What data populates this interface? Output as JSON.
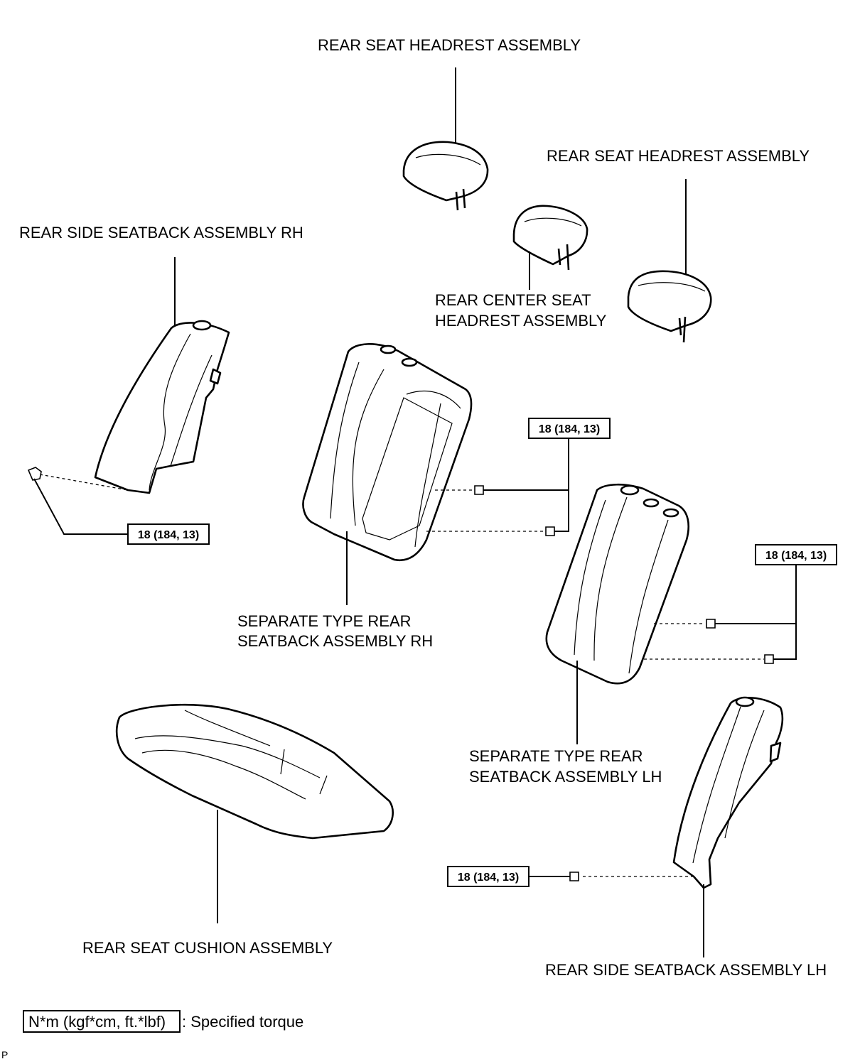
{
  "labels": {
    "headrest_top": "REAR SEAT HEADREST ASSEMBLY",
    "headrest_right": "REAR SEAT HEADREST ASSEMBLY",
    "side_rh": "REAR SIDE SEATBACK ASSEMBLY RH",
    "center_headrest_1": "REAR CENTER SEAT",
    "center_headrest_2": "HEADREST ASSEMBLY",
    "seatback_rh_1": "SEPARATE TYPE REAR",
    "seatback_rh_2": "SEATBACK ASSEMBLY RH",
    "seatback_lh_1": "SEPARATE TYPE REAR",
    "seatback_lh_2": "SEATBACK ASSEMBLY LH",
    "cushion": "REAR SEAT CUSHION ASSEMBLY",
    "side_lh": "REAR SIDE SEATBACK ASSEMBLY LH"
  },
  "torque": {
    "side_rh": "18 (184, 13)",
    "seatback_rh": "18 (184, 13)",
    "seatback_lh": "18 (184, 13)",
    "side_lh": "18 (184, 13)"
  },
  "legend": {
    "unit_box": "N*m (kgf*cm, ft.*lbf)",
    "desc": ": Specified torque"
  },
  "corner_code": "P"
}
